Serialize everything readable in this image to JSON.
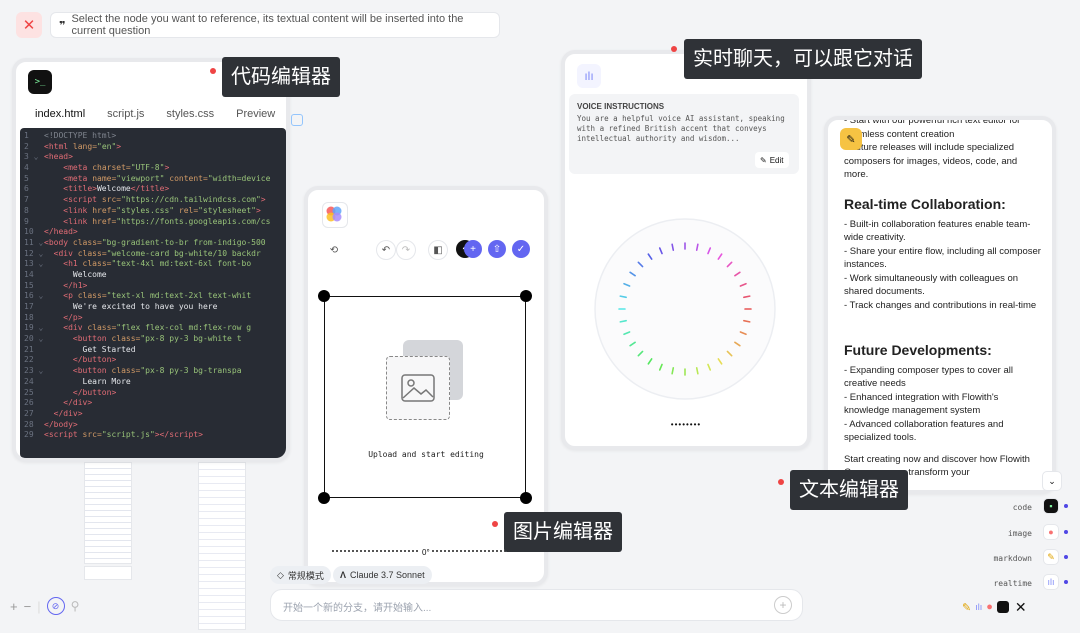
{
  "hint": {
    "close_icon": "close-icon",
    "quote_glyph": "❞",
    "text": "Select the node you want to reference, its textual content will be inserted into the current question"
  },
  "code_editor": {
    "icon_label": ">_",
    "tabs": [
      "index.html",
      "script.js",
      "styles.css",
      "Preview"
    ],
    "active_tab": "index.html",
    "label": "代码编辑器"
  },
  "image_editor": {
    "upload_text": "Upload and start editing",
    "angle": "0°",
    "label": "图片编辑器"
  },
  "realtime": {
    "voice_title": "VOICE INSTRUCTIONS",
    "voice_text": "You are a helpful voice AI assistant, speaking with a refined British accent that conveys intellectual authority and wisdom...",
    "edit_label": "Edit",
    "dots": "••••••••",
    "label": "实时聊天，可以跟它对话"
  },
  "text_editor": {
    "top_lines": "- Start with our powerful rich text editor for seamless content creation\n- Future releases will include specialized composers for images, videos, code, and more.",
    "section1_title": "Real-time Collaboration:",
    "section1_items": [
      "- Built-in collaboration features enable team-wide creativity.",
      "- Share your entire flow, including all composer instances.",
      "- Work simultaneously with colleagues on shared documents.",
      "- Track changes and contributions in real-time"
    ],
    "section2_title": "Future Developments:",
    "section2_items": [
      "- Expanding composer types to cover all creative needs",
      "- Enhanced integration with Flowith's knowledge management system",
      "- Advanced collaboration features and specialized tools."
    ],
    "closing": "Start creating now and discover how Flowith Composer can transform your",
    "label": "文本编辑器"
  },
  "bottom": {
    "mode_label": "常规模式",
    "model_label": "Claude 3.7 Sonnet",
    "input_placeholder": "开始一个新的分支，请开始输入..."
  },
  "side_menu": {
    "items": [
      "code",
      "image",
      "markdown",
      "realtime"
    ]
  },
  "zoom": {
    "minus": "−",
    "plus": "+"
  },
  "colors": {
    "accent": "#6366f1",
    "chip_bg": "#2f3237",
    "danger": "#ef4444"
  }
}
